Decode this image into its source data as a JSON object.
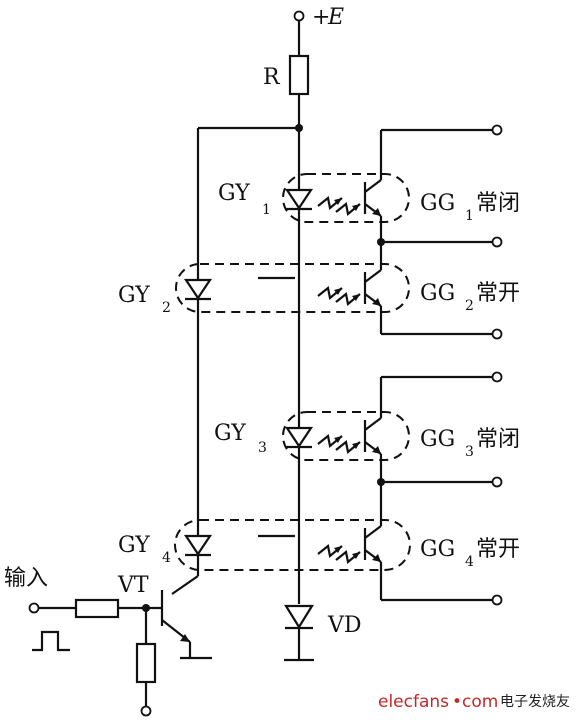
{
  "supply": {
    "label": "+",
    "var": "E"
  },
  "resistor_label": "R",
  "optocouplers": [
    {
      "emitter": "GY",
      "emitter_sub": "1",
      "receiver": "GG",
      "receiver_sub": "1",
      "state": "常闭"
    },
    {
      "emitter": "GY",
      "emitter_sub": "2",
      "receiver": "GG",
      "receiver_sub": "2",
      "state": "常开"
    },
    {
      "emitter": "GY",
      "emitter_sub": "3",
      "receiver": "GG",
      "receiver_sub": "3",
      "state": "常闭"
    },
    {
      "emitter": "GY",
      "emitter_sub": "4",
      "receiver": "GG",
      "receiver_sub": "4",
      "state": "常开"
    }
  ],
  "input_label": "输入",
  "transistor_label": "VT",
  "diode_label": "VD",
  "watermark": {
    "brand": "elecfans",
    "dot": "•",
    "tld": "com",
    "cn": "电子发烧友"
  }
}
